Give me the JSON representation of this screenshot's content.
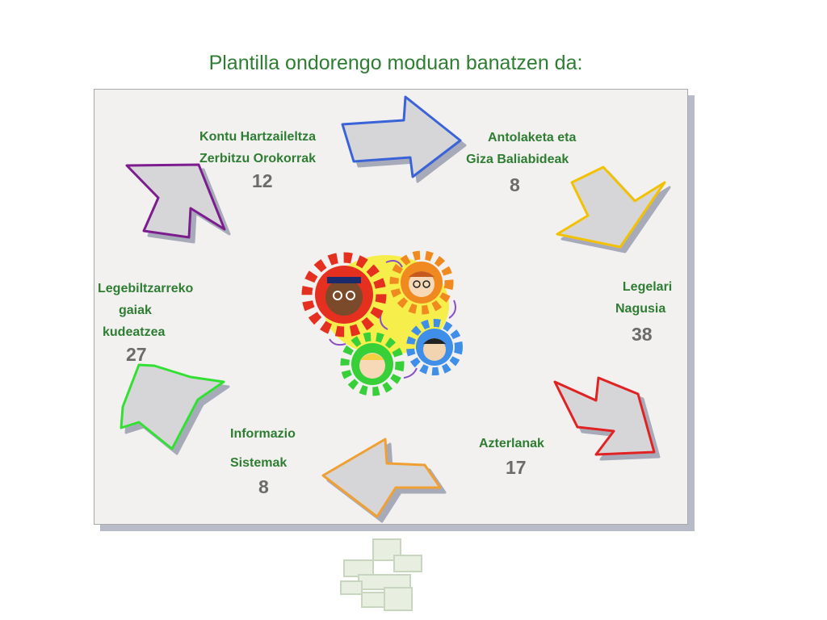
{
  "slide": {
    "title": "Plantilla ondorengo moduan banatzen da:"
  },
  "departments": [
    {
      "name": "kontu-hartzailetza",
      "label_lines": [
        "Kontu Hartzaileltza",
        "Zerbitzu Orokorrak"
      ],
      "count": "12"
    },
    {
      "name": "antolaketa",
      "label_lines": [
        "Antolaketa eta",
        "Giza Baliabideak"
      ],
      "count": "8"
    },
    {
      "name": "legelari-nagusia",
      "label_lines": [
        "Legelari",
        "Nagusia"
      ],
      "count": "38"
    },
    {
      "name": "azterlanak",
      "label_lines": [
        "Azterlanak"
      ],
      "count": "17"
    },
    {
      "name": "informazio-sistemak",
      "label_lines": [
        "Informazio",
        "Sistemak"
      ],
      "count": "8"
    },
    {
      "name": "legebiltzarreko-gaiak",
      "label_lines": [
        "Legebiltzarreko",
        "gaiak",
        "kudeatzea"
      ],
      "count": "27"
    }
  ],
  "colors": {
    "title": "#2e7d32",
    "label": "#2e7d32",
    "count": "#6b6b6b",
    "arrow_blue": "#3a63d8",
    "arrow_yellow": "#f2c200",
    "arrow_red": "#e02020",
    "arrow_orange": "#f0a030",
    "arrow_green": "#33e033",
    "arrow_purple": "#7b1a8e"
  },
  "icons": [
    "gears-people-icon",
    "parliament-logo-icon"
  ]
}
